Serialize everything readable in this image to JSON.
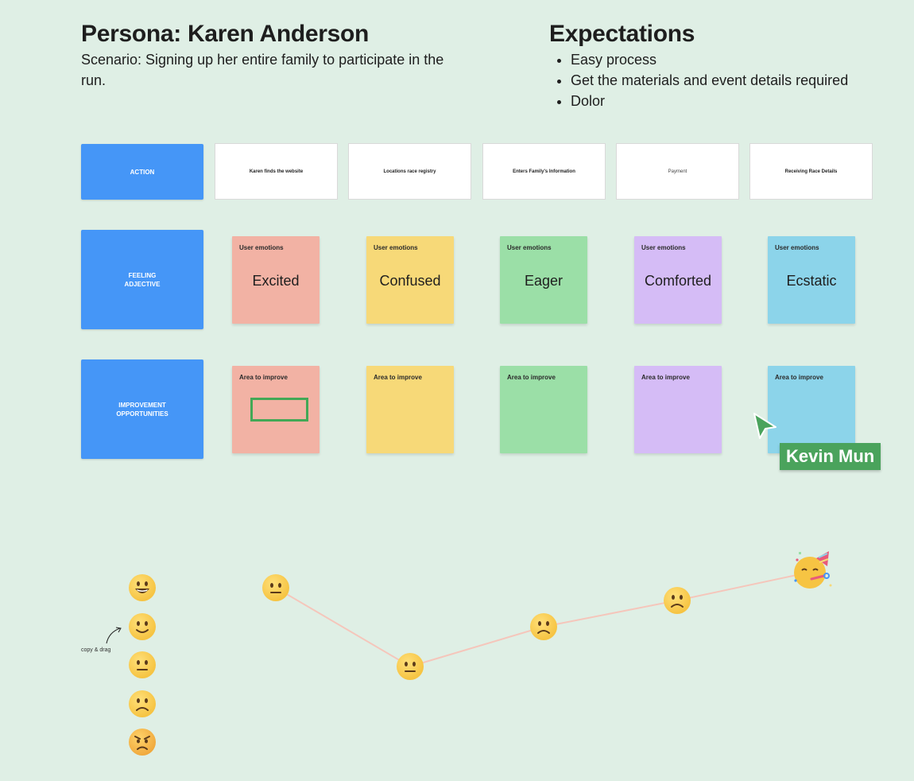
{
  "persona": {
    "title": "Persona: Karen Anderson",
    "scenario": "Scenario: Signing up her entire family to participate in the run."
  },
  "expectations": {
    "title": "Expectations",
    "items": [
      "Easy process",
      "Get the materials and event details required",
      "Dolor"
    ]
  },
  "rows": {
    "action_label": "ACTION",
    "feeling_label": "FEELING\nADJECTIVE",
    "improvement_label": "IMPROVEMENT\nOPPORTUNITIES"
  },
  "steps": [
    "Karen finds the website",
    "Locations race registry",
    "Enters Family's Information",
    "Payment",
    "Receiving Race Details"
  ],
  "emotions": {
    "label": "User emotions",
    "values": [
      "Excited",
      "Confused",
      "Eager",
      "Comforted",
      "Ecstatic"
    ]
  },
  "improve": {
    "label": "Area to improve"
  },
  "colors": {
    "background": "#dfefe5",
    "accent_blue": "#4596f7",
    "sticky_red": "#f2b2a4",
    "sticky_yellow": "#f7d978",
    "sticky_green": "#9bdfa7",
    "sticky_purple": "#d5bcf6",
    "sticky_blue": "#8cd4ea",
    "cursor_green": "#4aa35c",
    "line": "#f5c6bb"
  },
  "legend": {
    "copy_note": "copy & drag",
    "faces": [
      "grinning-face-icon",
      "slightly-smiling-face-icon",
      "neutral-face-icon",
      "slightly-frowning-face-icon",
      "angry-face-icon"
    ]
  },
  "journey_faces": [
    "neutral-face-icon",
    "neutral-face-icon",
    "slightly-frowning-face-icon",
    "slightly-frowning-face-icon",
    "partying-face-icon"
  ],
  "cursor": {
    "name": "Kevin Mun"
  }
}
